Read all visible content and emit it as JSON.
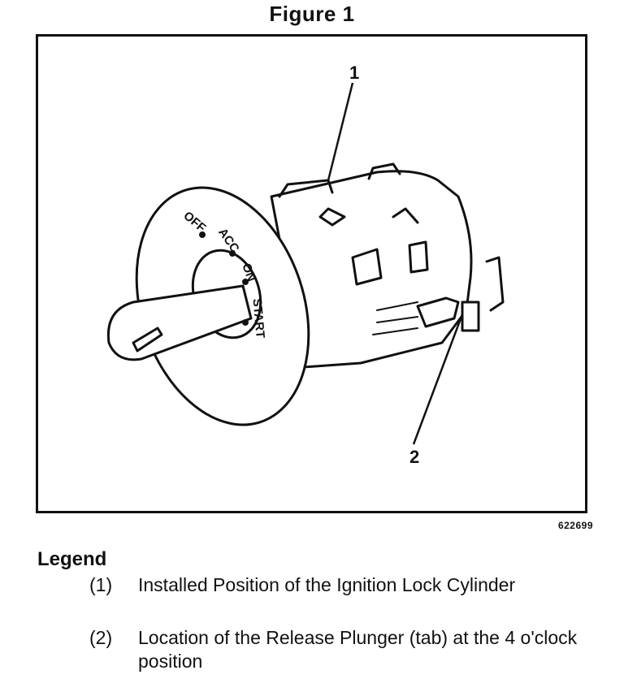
{
  "figure": {
    "title": "Figure 1",
    "code": "622699"
  },
  "diagram": {
    "callouts": [
      "1",
      "2"
    ],
    "dial_labels": [
      "OFF",
      "ACC",
      "ON",
      "START"
    ]
  },
  "legend": {
    "heading": "Legend",
    "items": [
      {
        "num": "(1)",
        "text": "Installed Position of the Ignition Lock Cylinder"
      },
      {
        "num": "(2)",
        "text": "Location of the Release Plunger (tab) at the 4 o'clock position"
      }
    ]
  }
}
